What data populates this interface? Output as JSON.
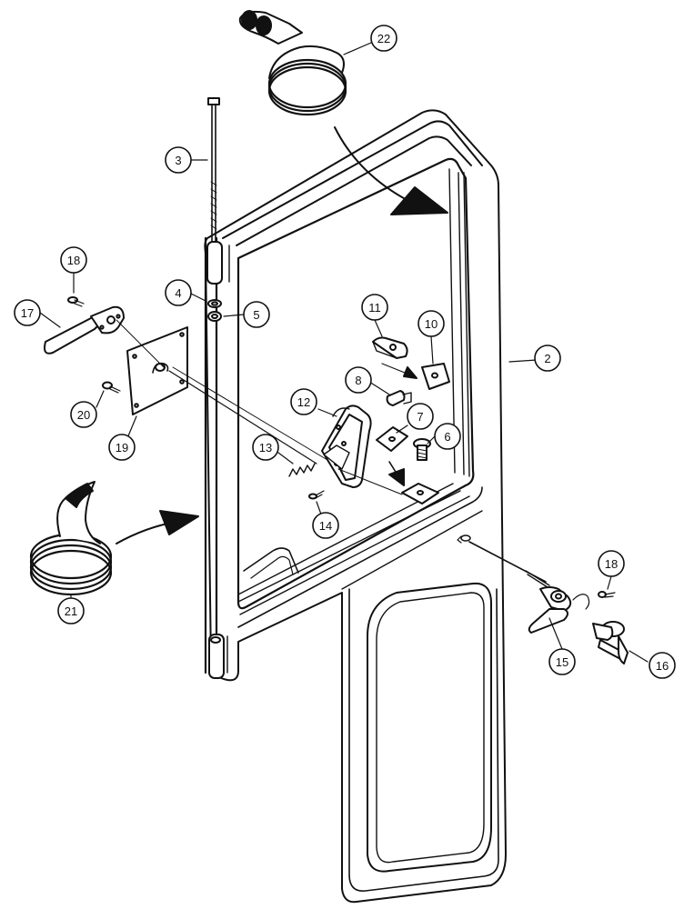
{
  "colors": {
    "ink": "#111111",
    "paper": "#ffffff",
    "glass": "#ffffff"
  },
  "callouts": [
    {
      "id": "c2",
      "label": "2"
    },
    {
      "id": "c3",
      "label": "3"
    },
    {
      "id": "c4",
      "label": "4"
    },
    {
      "id": "c5",
      "label": "5"
    },
    {
      "id": "c6",
      "label": "6"
    },
    {
      "id": "c7",
      "label": "7"
    },
    {
      "id": "c8",
      "label": "8"
    },
    {
      "id": "c10",
      "label": "10"
    },
    {
      "id": "c11",
      "label": "11"
    },
    {
      "id": "c12",
      "label": "12"
    },
    {
      "id": "c13",
      "label": "13"
    },
    {
      "id": "c14",
      "label": "14"
    },
    {
      "id": "c15",
      "label": "15"
    },
    {
      "id": "c16",
      "label": "16"
    },
    {
      "id": "c17",
      "label": "17"
    },
    {
      "id": "c18a",
      "label": "18"
    },
    {
      "id": "c18b",
      "label": "18"
    },
    {
      "id": "c19",
      "label": "19"
    },
    {
      "id": "c20",
      "label": "20"
    },
    {
      "id": "c21",
      "label": "21"
    },
    {
      "id": "c22",
      "label": "22"
    }
  ]
}
